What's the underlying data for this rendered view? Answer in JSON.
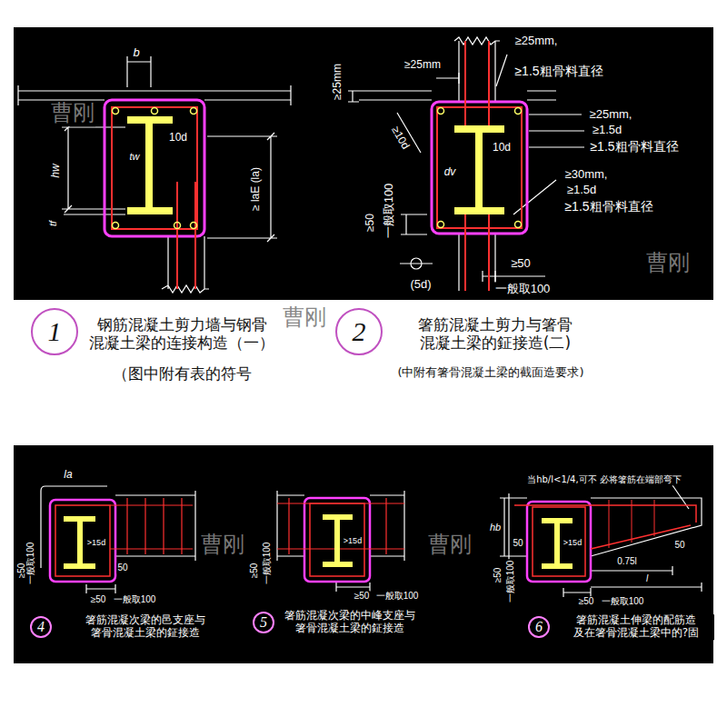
{
  "diagram": {
    "nodes": [
      {
        "text": [
          "1"
        ]
      },
      {
        "text": [
          "2"
        ]
      },
      {
        "text": [
          "4"
        ]
      },
      {
        "text": [
          "5"
        ]
      },
      {
        "text": [
          "6"
        ]
      }
    ],
    "labels": [
      "b",
      "hw",
      "tw",
      "tf",
      "10d",
      "≥ laE (la)",
      "≥25mm",
      "≥25mm",
      "≥25mm,",
      "≥1.5粗骨料直径",
      "≥25mm,",
      "≥1.5d",
      "≥1.5粗骨料直径",
      "≥30mm,",
      "≥1.5d",
      "≥1.5粗骨料直径",
      "≥10d",
      "10d",
      "dv",
      "≥50",
      "一般取100",
      "(5d)",
      "≥50",
      "一般取100",
      "钢筋混凝土剪力墙与钢骨 混凝土梁的连接构造（一）",
      "（图中附有表的符号",
      "箸筋混凝土剪力与箸骨 混凝土梁的鉦接造(二)",
      "(中附有箸骨混凝土梁的截面造要求)",
      "la",
      ">15d",
      "≥50",
      "一般取100",
      "50",
      "≥50",
      "一般取100",
      "箸筋混凝次梁的邑支座与 箸骨混凝土梁的鉦接造",
      ">15d",
      "≥50",
      "一般取100",
      "≥50",
      "一般取100",
      "箸筋混凝次梁的中峰支座与 箸骨混凝土梁的鉦接造",
      "当hb/l<1/4,可不 必将箸筋在端部弯下",
      "hb",
      ">15d",
      "50",
      "0.75l",
      "l",
      "50",
      "≥50",
      "一般取100",
      "≥50",
      "一般取100",
      "箸筋混凝土伸梁的配筋造 及在箸骨混凝土梁中的?固",
      "曹刚",
      "曹刚",
      "曹刚",
      "曹刚",
      "曹刚"
    ]
  }
}
